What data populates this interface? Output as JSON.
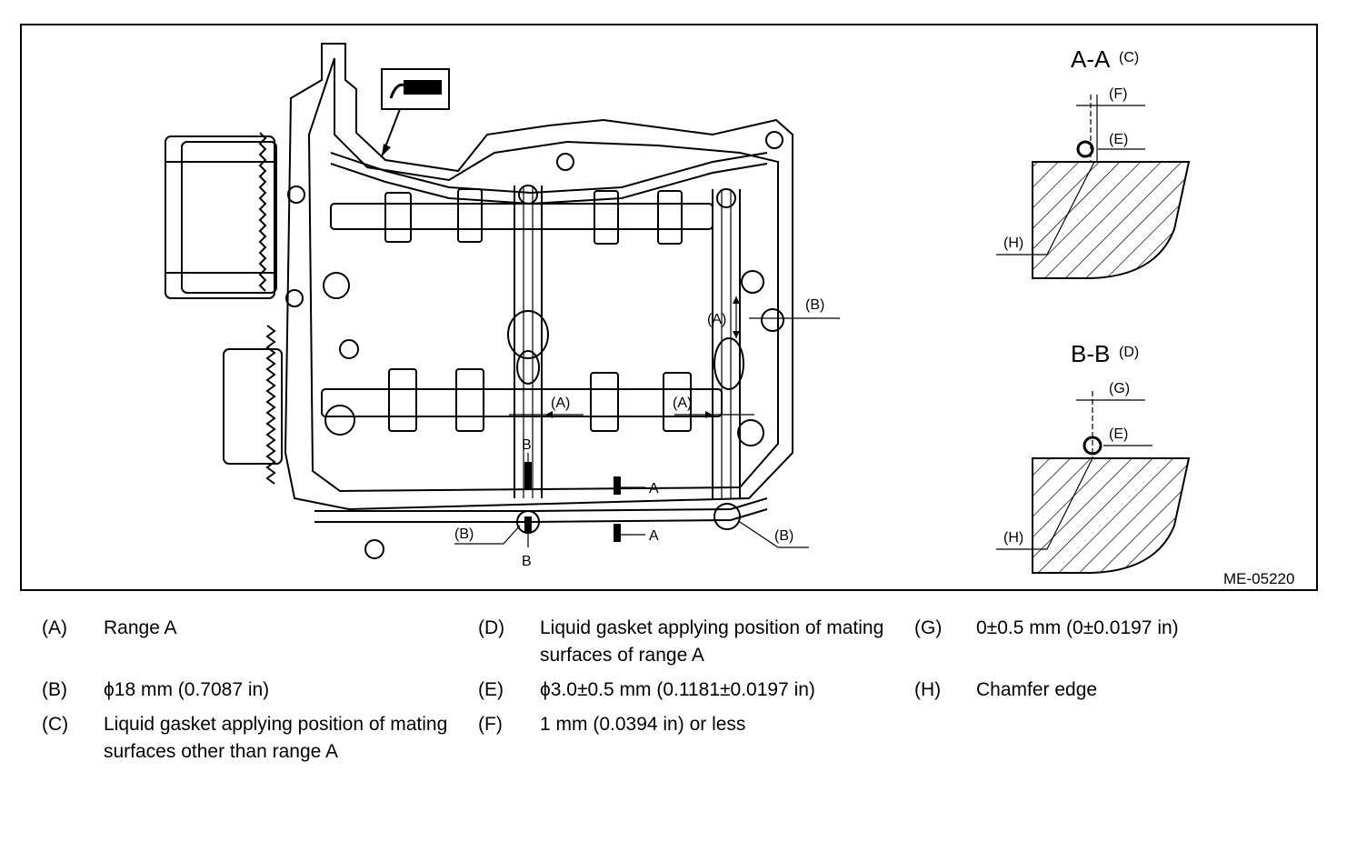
{
  "figure": {
    "code": "ME-05220",
    "section_a": {
      "title": "A-A",
      "ref": "(C)",
      "labels": [
        "(F)",
        "(E)",
        "(H)"
      ]
    },
    "section_b": {
      "title": "B-B",
      "ref": "(D)",
      "labels": [
        "(G)",
        "(E)",
        "(H)"
      ]
    },
    "callouts": {
      "range_a": "(A)",
      "diameter_b": "(B)",
      "cut_a": "A",
      "cut_b": "B"
    }
  },
  "legend": [
    {
      "key": "(A)",
      "text": "Range A"
    },
    {
      "key": "(B)",
      "text": "ϕ18 mm (0.7087 in)"
    },
    {
      "key": "(C)",
      "text": "Liquid gasket applying position of mating surfaces other than range A"
    },
    {
      "key": "(D)",
      "text": "Liquid gasket applying position of mating surfaces of range A"
    },
    {
      "key": "(E)",
      "text": "ϕ3.0±0.5 mm (0.1181±0.0197 in)"
    },
    {
      "key": "(F)",
      "text": "1 mm (0.0394 in) or less"
    },
    {
      "key": "(G)",
      "text": "0±0.5 mm (0±0.0197 in)"
    },
    {
      "key": "(H)",
      "text": "Chamfer edge"
    }
  ]
}
